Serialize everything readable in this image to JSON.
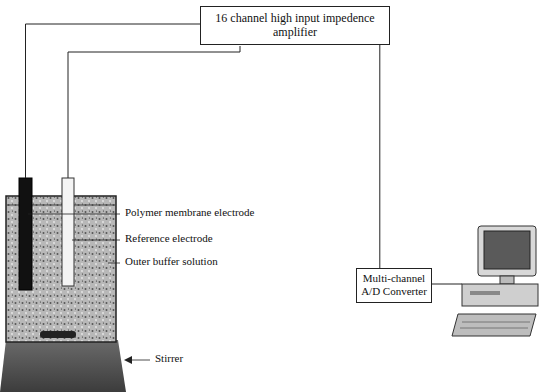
{
  "diagram": {
    "nodes": [
      {
        "text": [
          "16 channel high input impedence amplifier"
        ]
      },
      {
        "text": [
          "Multi-channel A/D Converter"
        ]
      }
    ],
    "edges": [
      {
        "from": 0,
        "to": 1,
        "arrow": "none"
      }
    ],
    "labels": [
      "Polymer membrane electrode",
      "Reference electrode",
      "Outer buffer solution",
      "Stirrer"
    ]
  }
}
